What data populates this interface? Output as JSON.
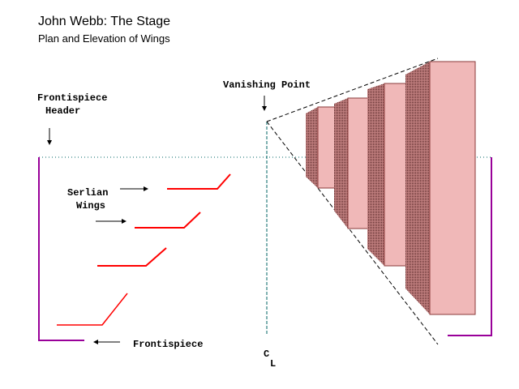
{
  "title": "John Webb:  The Stage",
  "subtitle": "Plan and Elevation of Wings",
  "labels": {
    "frontispiece_header_line1": "Frontispiece",
    "frontispiece_header_line2": "Header",
    "serlian_line1": "Serlian",
    "serlian_line2": "Wings",
    "frontispiece": "Frontispiece",
    "vanishing_point": "Vanishing Point",
    "centerline_c": "C",
    "centerline_l": "L"
  },
  "colors": {
    "plan_outline": "#990099",
    "wing_plan": "#ff0000",
    "wing_face": "#f0b8b8",
    "wing_edge": "#8a3a3a",
    "centerline": "#006666",
    "ink": "#000000"
  }
}
